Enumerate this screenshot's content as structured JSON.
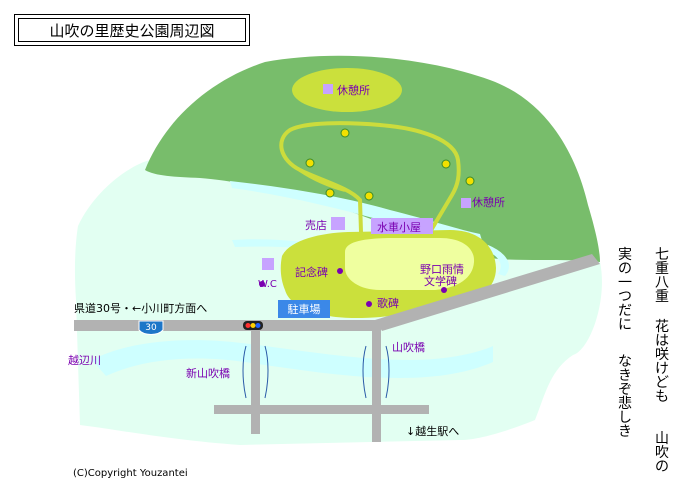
{
  "title": "山吹の里歴史公園周辺図",
  "colors": {
    "meadow": "#e2fff2",
    "forest": "#78bd6b",
    "park_area": "#cbe03c",
    "lawn": "#efff9f",
    "path": "#ccdc3c",
    "river": "#ceffff",
    "road": "#b2b2b2",
    "facility": "#c7a3ff",
    "label": "#7a00b0",
    "route_badge": "#1d76c8",
    "parking": "#3b88e8"
  },
  "labels": {
    "rest_north": "休憩所",
    "rest_east": "休憩所",
    "shop": "売店",
    "water_hut": "水車小屋",
    "memorial": "記念碑",
    "noguchi_line1": "野口雨情",
    "noguchi_line2": "文学碑",
    "song_stone": "歌碑",
    "wc": "W.C",
    "parking": "駐車場",
    "road_direction": "県道30号・←小川町方面へ",
    "route_number": "30",
    "river": "越辺川",
    "bridge_new": "新山吹橋",
    "bridge_yamabuki": "山吹橋",
    "station": "↓越生駅へ",
    "copyright": "(C)Copyright Youzantei"
  },
  "poem": {
    "right": "七重八重",
    "middle": "花は咲けども",
    "right_tail": "山吹の",
    "left": "実の一つだに",
    "left_tail": "なきぞ悲しき"
  }
}
